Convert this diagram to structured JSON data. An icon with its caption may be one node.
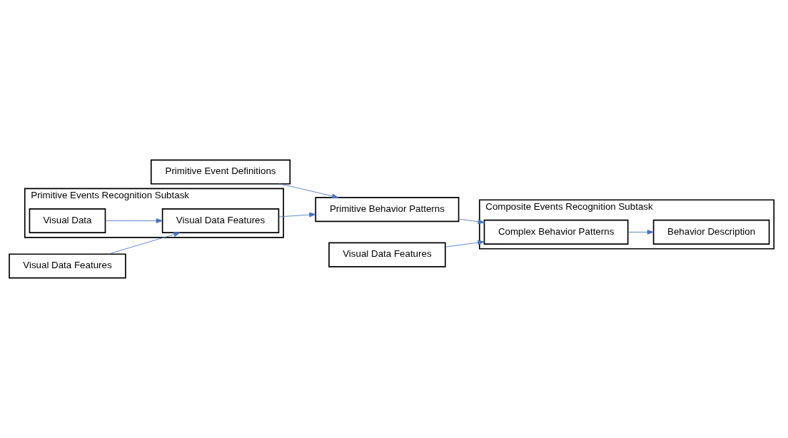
{
  "diagram": {
    "nodes": [
      {
        "text": [
          "Primitive Event Definitions"
        ]
      },
      {
        "text": [
          "Primitive Events Recognition Subtask"
        ]
      },
      {
        "text": [
          "Visual Data"
        ],
        "in": 1
      },
      {
        "text": [
          "Visual Data Features"
        ],
        "in": 1
      },
      {
        "text": [
          "Primitive Behavior Patterns"
        ]
      },
      {
        "text": [
          "Composite Events Recognition Subtask"
        ]
      },
      {
        "text": [
          "Behavior Description"
        ],
        "in": 5
      },
      {
        "text": [
          "Complex Behavior Patterns"
        ],
        "in": 5
      },
      {
        "text": [
          "Visual Data Features"
        ]
      },
      {
        "text": [
          "Visual Data Features"
        ]
      }
    ],
    "edges": [
      {
        "from": 0,
        "to": 4,
        "arrow": "to"
      },
      {
        "from": 2,
        "to": 3,
        "arrow": "to"
      },
      {
        "from": 8,
        "to": 3,
        "arrow": "to"
      },
      {
        "from": 3,
        "to": 4,
        "arrow": "to"
      },
      {
        "from": 4,
        "to": 7,
        "arrow": "to"
      },
      {
        "from": 7,
        "to": 6,
        "arrow": "to"
      },
      {
        "from": 9,
        "to": 7,
        "arrow": "to"
      }
    ]
  }
}
